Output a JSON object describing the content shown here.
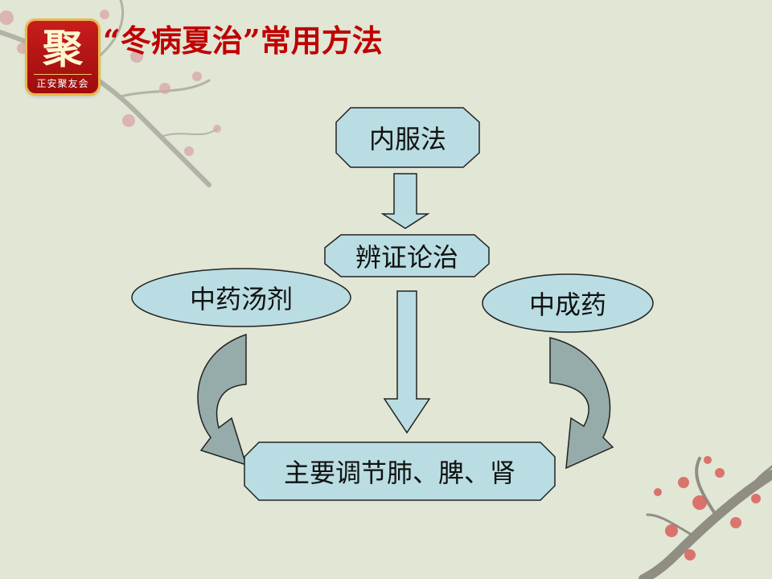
{
  "logo": {
    "char": "聚",
    "subtitle": "正安聚友会"
  },
  "title": "“冬病夏治”常用方法",
  "diagram": {
    "top": "内服法",
    "middle": "辨证论治",
    "left": "中药汤剂",
    "right": "中成药",
    "bottom": "主要调节肺、脾、肾"
  }
}
